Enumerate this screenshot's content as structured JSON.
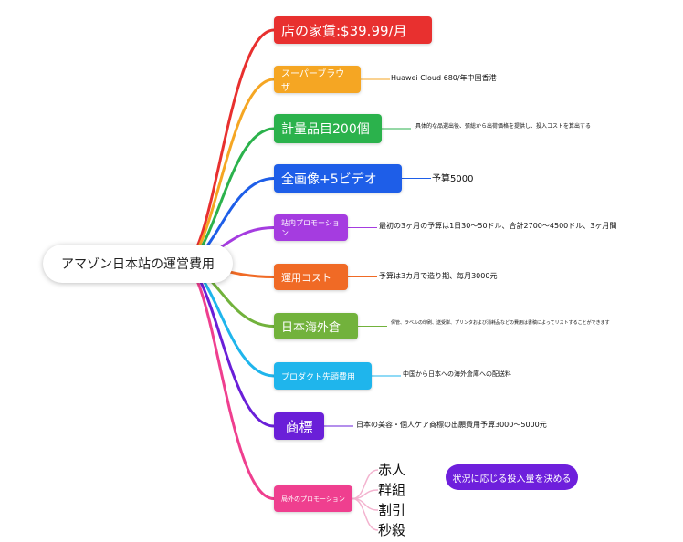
{
  "root": "アマゾン日本站の運営費用",
  "branches": [
    {
      "label": "店の家賃:$39.99/月",
      "color": "#e8302f",
      "note": ""
    },
    {
      "label": "スーパーブラウザ",
      "color": "#f5a623",
      "note": "Huawei Cloud 680/年中国香港"
    },
    {
      "label": "計量品目200個",
      "color": "#2bb24c",
      "note": "具体的な品選出後、張総から出荷価格を提供し、投入コストを算出する"
    },
    {
      "label": "全画像+5ビデオ",
      "color": "#1e5ee8",
      "note": "予算5000"
    },
    {
      "label": "站内プロモーション",
      "color": "#a53ce0",
      "note": "最初の3ヶ月の予算は1日30〜50ドル、合計2700〜4500ドル、3ヶ月間"
    },
    {
      "label": "運用コスト",
      "color": "#f06a25",
      "note": "予算は3カ月で造り期、毎月3000元"
    },
    {
      "label": "日本海外倉",
      "color": "#72b23c",
      "note": "保管、ラベルの印刷、送受岸、プリンタおよび消耗品などの費用は書稿によってリストすることができます"
    },
    {
      "label": "プロダクト先頭費用",
      "color": "#1fb5ec",
      "note": "中国から日本への海外倉庫への配送料"
    },
    {
      "label": "商標",
      "color": "#6a1fd8",
      "note": "日本の美容・個人ケア商標の出願費用予算3000〜5000元"
    },
    {
      "label": "局外のプロモーション",
      "color": "#ef3f8f",
      "note": ""
    }
  ],
  "external_children": [
    "赤人",
    "群組",
    "割引",
    "秒殺"
  ],
  "decision_button": "状況に応じる投入量を決める"
}
